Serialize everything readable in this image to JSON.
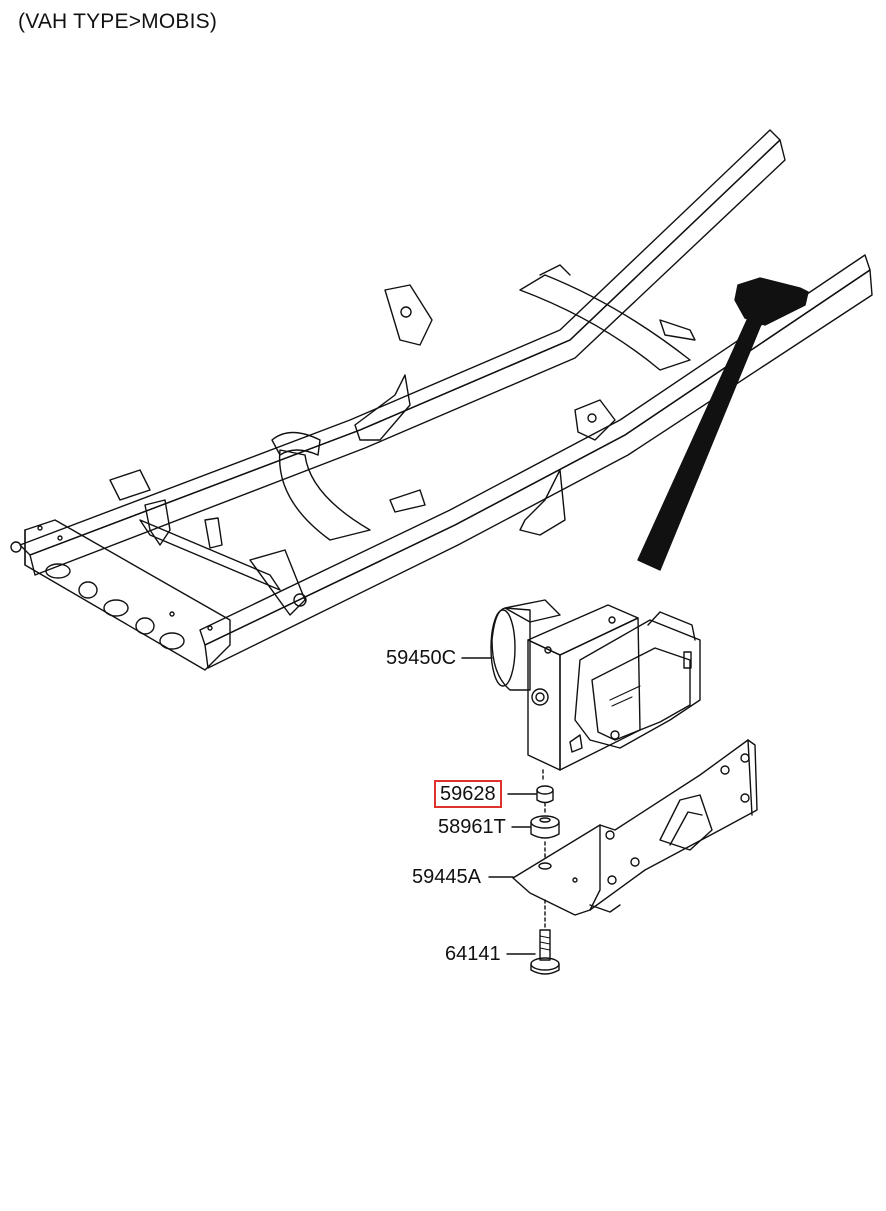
{
  "diagram": {
    "caption": "(VAH TYPE>MOBIS)",
    "parts": [
      {
        "id": "abs-unit",
        "number": "59450C",
        "highlighted": false
      },
      {
        "id": "spacer",
        "number": "59628",
        "highlighted": true
      },
      {
        "id": "bushing",
        "number": "58961T",
        "highlighted": false
      },
      {
        "id": "bracket",
        "number": "59445A",
        "highlighted": false
      },
      {
        "id": "bolt",
        "number": "64141",
        "highlighted": false
      }
    ],
    "colors": {
      "highlight": "#e0322c",
      "line": "#111111"
    }
  }
}
